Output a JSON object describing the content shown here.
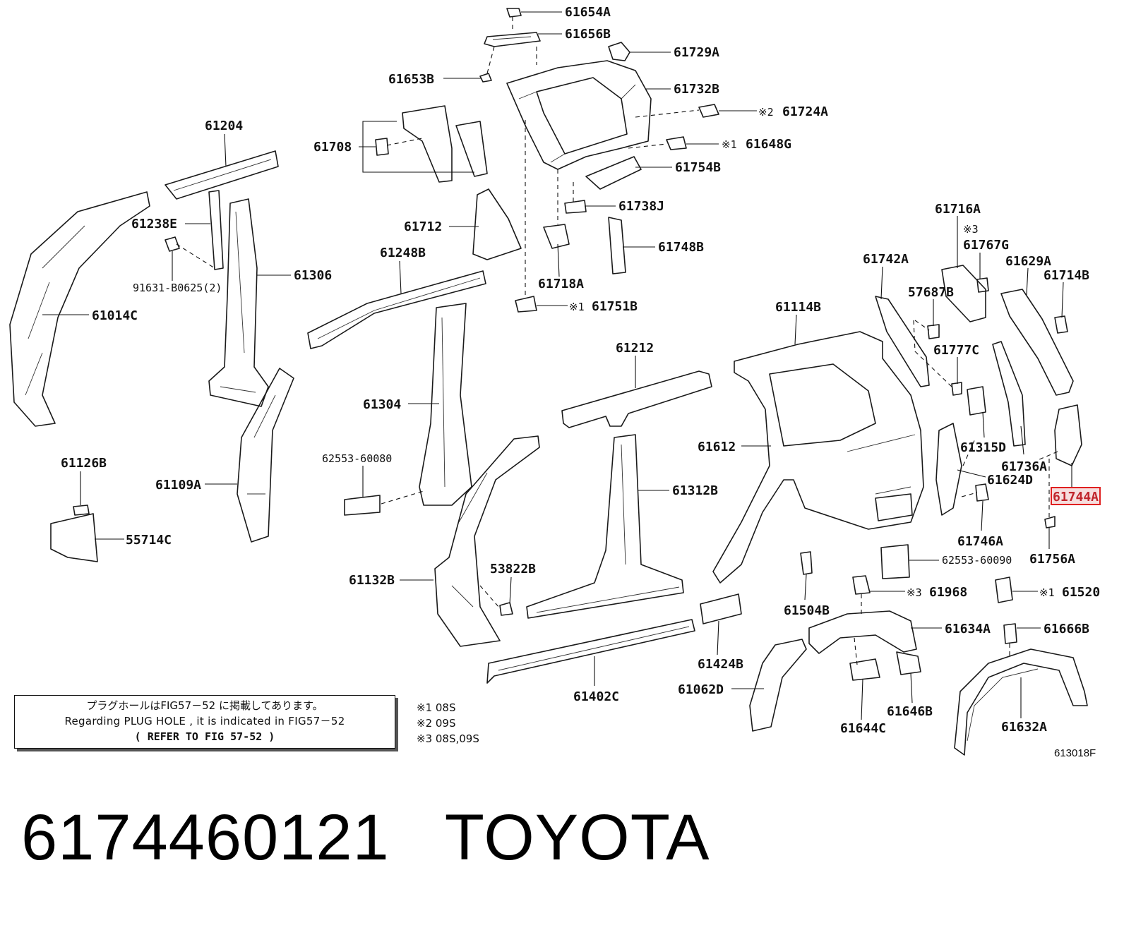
{
  "parts": [
    "61654A",
    "61656B",
    "61729A",
    "61653B",
    "61732B",
    "61724A",
    "61708",
    "61648G",
    "61204",
    "61754B",
    "61738J",
    "61238E",
    "61712",
    "61748B",
    "61306",
    "91631-B0625(2)",
    "61718A",
    "61248B",
    "61751B",
    "61014C",
    "61716A",
    "61767G",
    "61742A",
    "61629A",
    "61714B",
    "61114B",
    "57687B",
    "61212",
    "61777C",
    "61304",
    "61612",
    "61315D",
    "61736A",
    "61624D",
    "62553-60080",
    "61312B",
    "61744A",
    "61109A",
    "61126B",
    "61746A",
    "61756A",
    "55714C",
    "62553-60090",
    "53822B",
    "61132B",
    "61504B",
    "61968",
    "61520",
    "61634A",
    "61666B",
    "61424B",
    "61062D",
    "61646B",
    "61402C",
    "61644C",
    "61632A"
  ],
  "highlighted_part": "61744A",
  "marks": {
    "m1": "※1",
    "m2": "※2",
    "m3": "※3"
  },
  "note": {
    "ja": "プラグホールはFIG57－52 に掲載してあります。",
    "en": "Regarding PLUG HOLE , it is indicated in FIG57－52",
    "ref": "(  REFER TO FIG 57-52  )"
  },
  "legend": [
    "※1 08S",
    "※2 09S",
    "※3 08S,09S"
  ],
  "figure_code": "613018F",
  "caption": {
    "part_number": "6174460121",
    "brand": "TOYOTA"
  }
}
